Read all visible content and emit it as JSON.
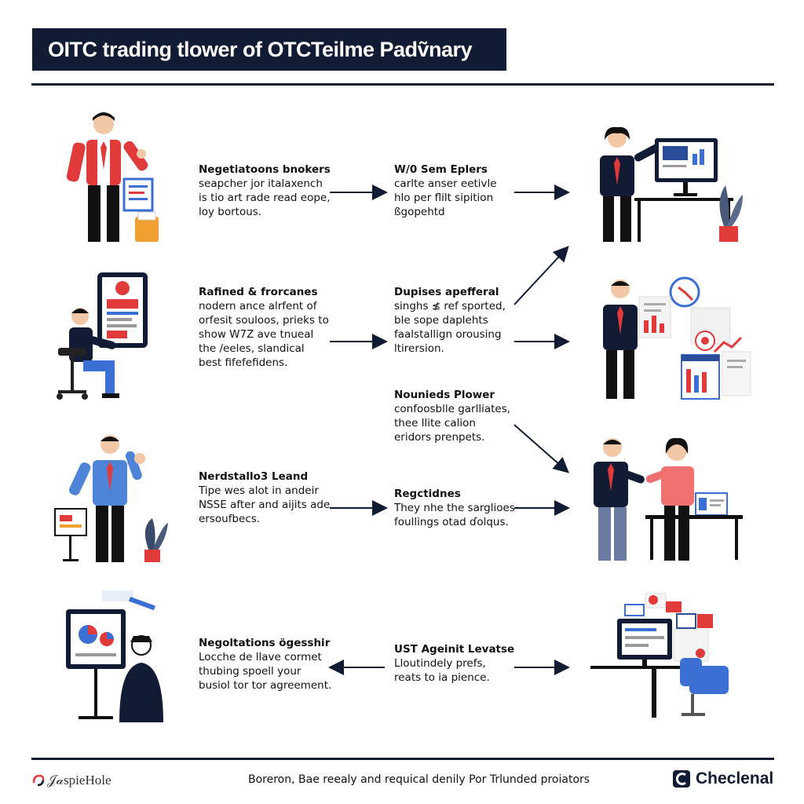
{
  "header": {
    "title": "OITC trading tlower of OTCTeilme Padṽnary"
  },
  "colors": {
    "navy": "#111b33",
    "red": "#e03a3a",
    "blue": "#3b6fd4",
    "skin": "#f1c7a6",
    "orange": "#f0a030"
  },
  "steps": [
    {
      "heading": "Negetiatoons bnokers",
      "lines": [
        "seapcher jor italaxench",
        "is tio art rade read eope,",
        "loy bortous."
      ]
    },
    {
      "heading": "W/0 Sem Eplers",
      "lines": [
        "carlte anser eetivle",
        "hlo per flilt sipition",
        "ßgopehtd"
      ]
    },
    {
      "heading": "Rafined & frorcanes",
      "lines": [
        "nodern ance alrfent of",
        "orfesit souloos, prieks to",
        "show W7Z ave tnueal",
        "the /eeles, slandical",
        "best fifefefidens."
      ]
    },
    {
      "heading": "Dupises apefferal",
      "lines": [
        "singhs ≰ ref sported,",
        "ble sope daplehts",
        "faalstallign orousing",
        "ltirersion."
      ]
    },
    {
      "heading": "Nounieds Plower",
      "lines": [
        "confoosblle garlliates,",
        "thee llite calion",
        "eridors prenpets."
      ]
    },
    {
      "heading": "Nerdstallo3 Leand",
      "lines": [
        "Tipe wes alot in andeir",
        "NSSE after and aijits ade",
        "ersoufbecs."
      ]
    },
    {
      "heading": "Regctidnes",
      "lines": [
        "They nhe the sarglioes",
        "foullings otad ɗolqus."
      ]
    },
    {
      "heading": "Negoltations ögesshir",
      "lines": [
        "Locche de llave cormet",
        "thubing spoell your",
        "busiol tor tor agreement."
      ]
    },
    {
      "heading": "UST Ageinit Levatse",
      "lines": [
        "Lloutindely prefs,",
        "reats to ia pience."
      ]
    }
  ],
  "footer": {
    "left_logo": "𝒥𝒶spieHole",
    "center": "Boreron, Bae reealy and requical denily Por Trlunded proiators",
    "right_brand": "Checlenal"
  }
}
